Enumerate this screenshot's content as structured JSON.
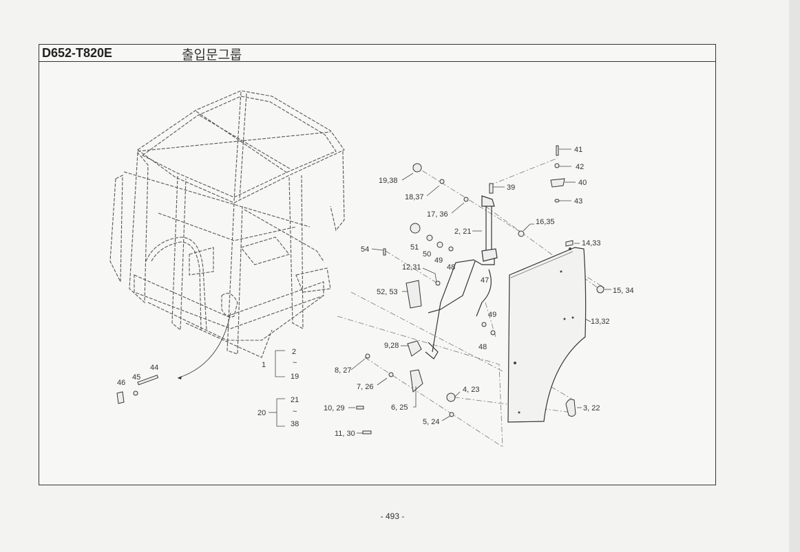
{
  "header": {
    "model": "D652-T820E",
    "group_title": "출입문그룹"
  },
  "page_number": "- 493 -",
  "callouts": {
    "c41": "41",
    "c42": "42",
    "c40": "40",
    "c43": "43",
    "c39": "39",
    "c1938": "19,38",
    "c1837": "18,37",
    "c1736": "17, 36",
    "c1635": "16,35",
    "c221": "2, 21",
    "c1433": "14,33",
    "c1534": "15, 34",
    "c1332": "13,32",
    "c322": "3, 22",
    "c423": "4, 23",
    "c524": "5, 24",
    "c625": "6, 25",
    "c726": "7, 26",
    "c827": "8, 27",
    "c928": "9,28",
    "c1029": "10, 29",
    "c1130": "11, 30",
    "c1231": "12,31",
    "c5253": "52, 53",
    "c54": "54",
    "c51": "51",
    "c50": "50",
    "c49a": "49",
    "c48a": "48",
    "c47": "47",
    "c49b": "49",
    "c48b": "48",
    "c44": "44",
    "c45": "45",
    "c46": "46",
    "g1": "1",
    "g1a": "2",
    "g1tilde": "~",
    "g1b": "19",
    "g20": "20",
    "g20a": "21",
    "g20tilde": "~",
    "g20b": "38"
  }
}
